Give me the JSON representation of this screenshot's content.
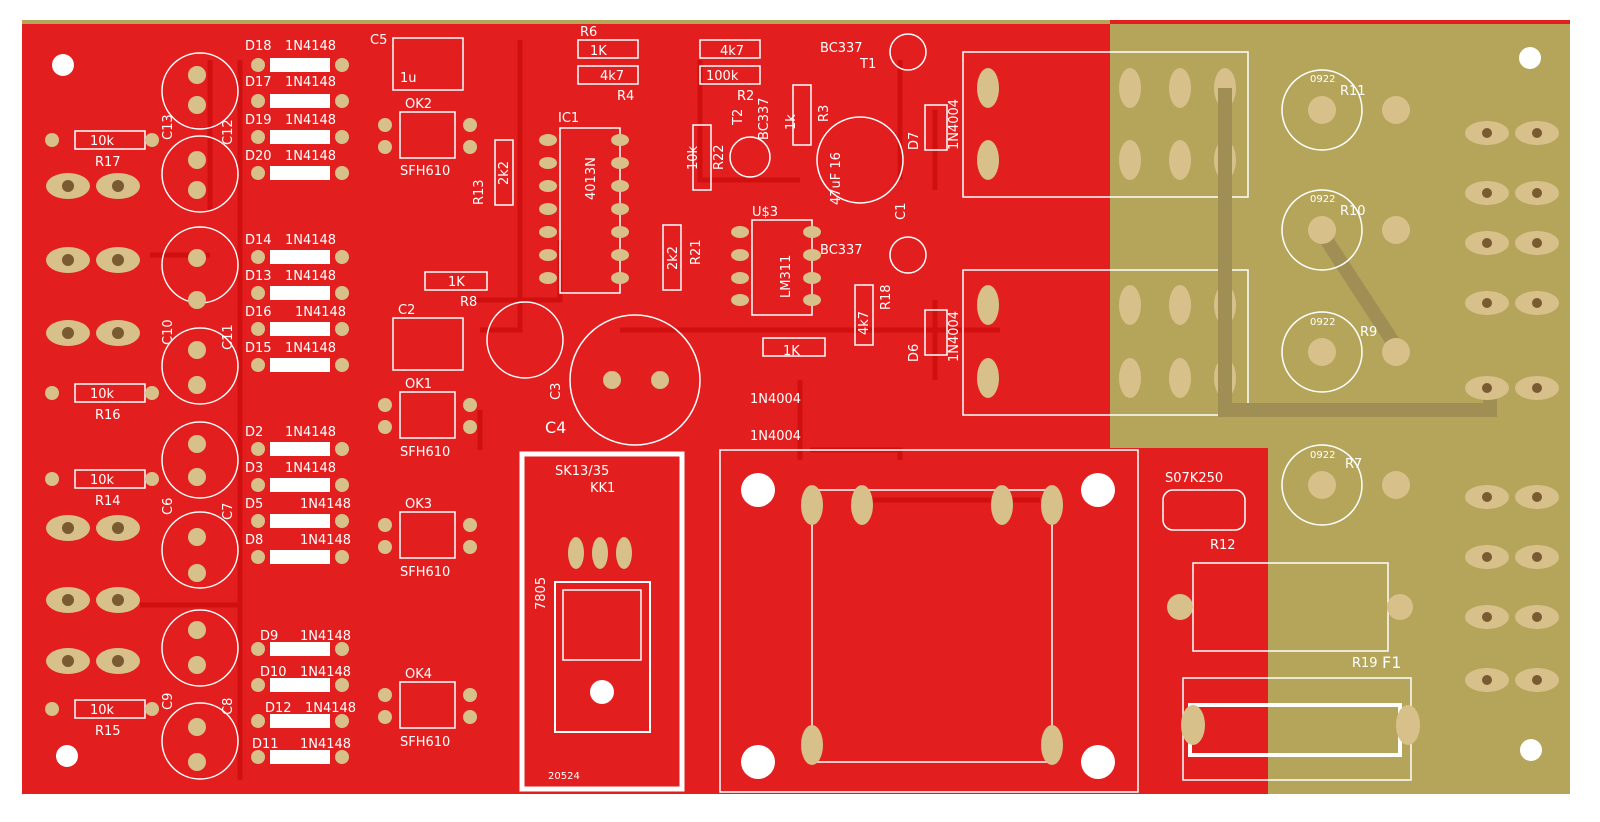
{
  "colors": {
    "board_red": "#e21e1e",
    "copper_bare": "#b5a55a",
    "pad": "#d8c08a",
    "hole": "#7a5a30",
    "silkscreen": "#ffffff"
  },
  "labels": {
    "d18": "D18",
    "d17": "D17",
    "d19": "D19",
    "d20": "D20",
    "d14": "D14",
    "d13": "D13",
    "d16": "D16",
    "d15": "D15",
    "d2": "D2",
    "d3": "D3",
    "d5": "D5",
    "d8": "D8",
    "d9": "D9",
    "d10": "D10",
    "d12": "D12",
    "d11": "D11",
    "diode_1n4148": "1N4148",
    "c5": "C5",
    "c5_val": "1u",
    "ok2": "OK2",
    "ok1": "OK1",
    "ok3": "OK3",
    "ok4": "OK4",
    "sfh610": "SFH610",
    "r6": "R6",
    "r6_val": "1K",
    "r4": "R4",
    "r4_val": "4k7",
    "r2": "R2",
    "r2_val": "4k7",
    "r2b_val": "100k",
    "r3": "R3",
    "r3_val": "1k",
    "bc337": "BC337",
    "t1": "T1",
    "t2": "T2",
    "ic1": "IC1",
    "ic1_part": "4013N",
    "r13": "R13",
    "r13_val": "2k2",
    "r22": "R22",
    "r22_val": "10k",
    "r21": "R21",
    "r21_val": "2k2",
    "us3": "U$3",
    "lm311": "LM311",
    "c1": "C1",
    "c1_val": "47uF 16",
    "d7": "D7",
    "d6": "D6",
    "diode_1n4004": "1N4004",
    "r18": "R18",
    "r18_val": "4k7",
    "r8": "R8",
    "r8_val": "1K",
    "c2": "C2",
    "c3": "C3",
    "c4": "C4",
    "r_1k": "1K",
    "r17": "R17",
    "r16": "R16",
    "r14": "R14",
    "r15": "R15",
    "r_10k": "10k",
    "c13": "C13",
    "c12": "C12",
    "c10": "C10",
    "c11": "C11",
    "c6": "C6",
    "c7": "C7",
    "c9": "C9",
    "c8": "C8",
    "sk": "SK13/35",
    "kk1": "KK1",
    "reg": "7805",
    "ref": "20524",
    "r11": "R11",
    "r10": "R10",
    "r9": "R9",
    "r7": "R7",
    "v0922": "0922",
    "s07": "S07K250",
    "r12": "R12",
    "r19": "R19",
    "f1": "F1"
  }
}
